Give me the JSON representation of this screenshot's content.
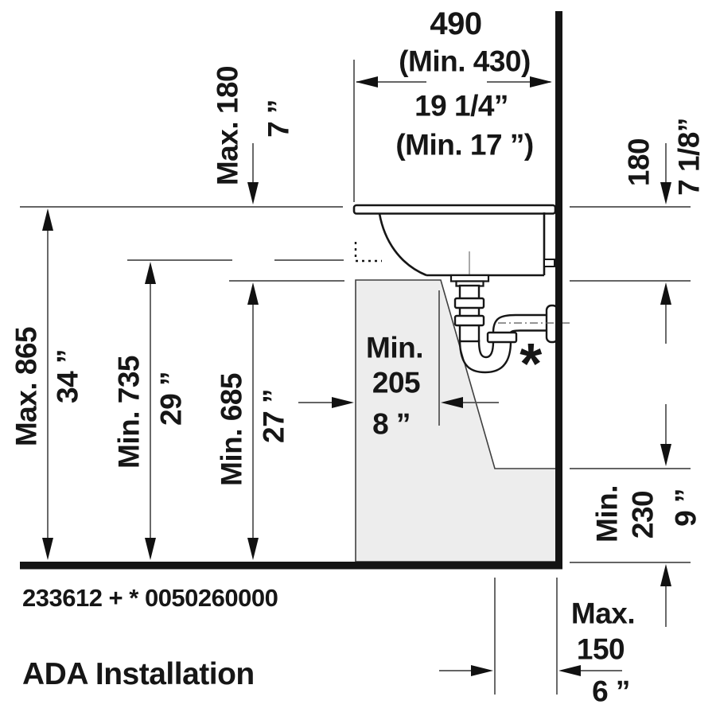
{
  "title": "ADA Installation",
  "part_number": "233612 + * 0050260000",
  "footnote_marker": "*",
  "dimensions": {
    "basin_width_mm": "490",
    "basin_width_mm_min": "(Min. 430)",
    "basin_width_in": "19 1/4”",
    "basin_width_in_min": "(Min. 17 ”)",
    "apron_depth_left_mm": "Max. 180",
    "apron_depth_left_in": "7 ”",
    "apron_depth_right_mm": "180",
    "apron_depth_right_in": "7 1/8”",
    "rim_height_mm": "Max. 865",
    "rim_height_in": "34 ”",
    "clearance_height_mm": "Min. 735",
    "clearance_height_in": "29 ”",
    "knee_height_mm": "Min. 685",
    "knee_height_in": "27 ”",
    "knee_depth_label": "Min.",
    "knee_depth_mm": "205",
    "knee_depth_in": "8 ”",
    "toe_height_label": "Min.",
    "toe_height_mm": "230",
    "toe_height_in": "9 ”",
    "toe_depth_label": "Max.",
    "toe_depth_mm": "150",
    "toe_depth_in": "6 ”"
  },
  "colors": {
    "object_line": "#161616",
    "dimension_line": "#4f4f4f",
    "clearance_fill": "#ededed",
    "background": "#ffffff"
  }
}
